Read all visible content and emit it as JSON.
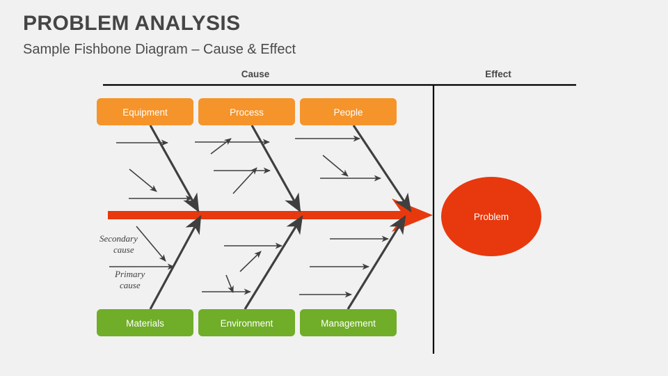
{
  "slide": {
    "title": "PROBLEM ANALYSIS",
    "subtitle": "Sample Fishbone Diagram – Cause & Effect",
    "background_color": "#f1f1f1"
  },
  "headers": {
    "cause_label": "Cause",
    "effect_label": "Effect"
  },
  "colors": {
    "orange": "#F5942A",
    "green": "#70AD28",
    "red": "#E8380D",
    "bone": "#3f3f3f",
    "rule": "#000000",
    "title_text": "#454545",
    "box_text": "#ffffff"
  },
  "categories": {
    "top": [
      {
        "label": "Equipment",
        "color": "#F5942A"
      },
      {
        "label": "Process",
        "color": "#F5942A"
      },
      {
        "label": "People",
        "color": "#F5942A"
      }
    ],
    "bottom": [
      {
        "label": "Materials",
        "color": "#70AD28"
      },
      {
        "label": "Environment",
        "color": "#70AD28"
      },
      {
        "label": "Management",
        "color": "#70AD28"
      }
    ]
  },
  "annotations": {
    "secondary_cause_line1": "Secondary",
    "secondary_cause_line2": "cause",
    "primary_cause_line1": "Primary",
    "primary_cause_line2": "cause"
  },
  "effect": {
    "label": "Problem",
    "color": "#E8380D"
  },
  "chart_data": {
    "type": "diagram",
    "diagram_type": "fishbone",
    "title": "PROBLEM ANALYSIS",
    "subtitle": "Sample Fishbone Diagram – Cause & Effect",
    "effect": "Problem",
    "spine_direction": "left-to-right",
    "branches": [
      {
        "name": "Equipment",
        "side": "top",
        "color": "#F5942A",
        "primary_causes": 2,
        "secondary_causes": 2
      },
      {
        "name": "Process",
        "side": "top",
        "color": "#F5942A",
        "primary_causes": 2,
        "secondary_causes": 2
      },
      {
        "name": "People",
        "side": "top",
        "color": "#F5942A",
        "primary_causes": 2,
        "secondary_causes": 1
      },
      {
        "name": "Materials",
        "side": "bottom",
        "color": "#70AD28",
        "primary_causes": 1,
        "secondary_causes": 1
      },
      {
        "name": "Environment",
        "side": "bottom",
        "color": "#70AD28",
        "primary_causes": 2,
        "secondary_causes": 2
      },
      {
        "name": "Management",
        "side": "bottom",
        "color": "#70AD28",
        "primary_causes": 3,
        "secondary_causes": 0
      }
    ],
    "sections": [
      "Cause",
      "Effect"
    ]
  }
}
